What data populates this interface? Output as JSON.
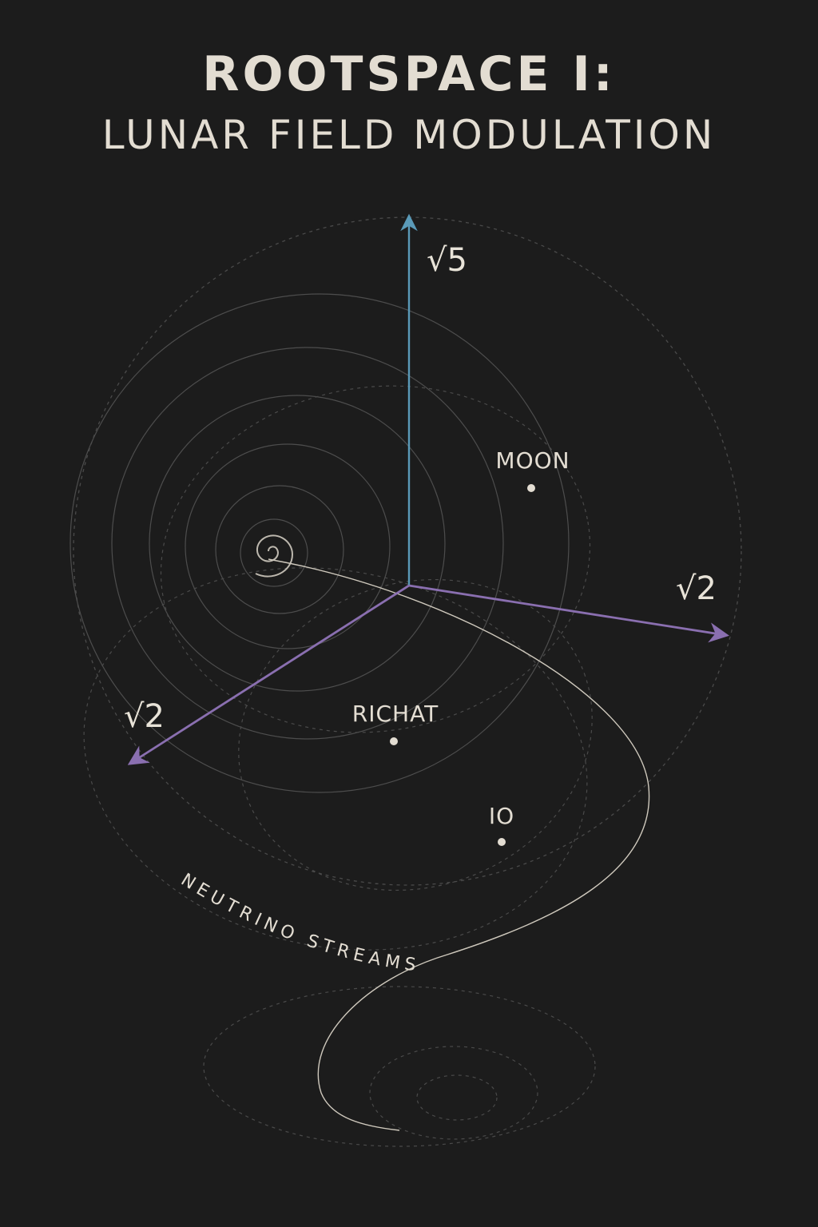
{
  "title": {
    "line1": "ROOTSPACE I:",
    "line2": "LUNAR FIELD MODULATION"
  },
  "axes": {
    "vertical": {
      "label": "√5",
      "color": "#5a9ab8"
    },
    "right": {
      "label": "√2",
      "color": "#8a6fb0"
    },
    "left": {
      "label": "√2",
      "color": "#8a6fb0"
    }
  },
  "points": {
    "moon": "MOON",
    "richat": "RICHAT",
    "io": "IO"
  },
  "stream": {
    "label": "NEUTRINO STREAMS"
  },
  "colors": {
    "background": "#1c1c1c",
    "text": "#e3ddd2",
    "guide_lines": "#5a5a5a"
  }
}
